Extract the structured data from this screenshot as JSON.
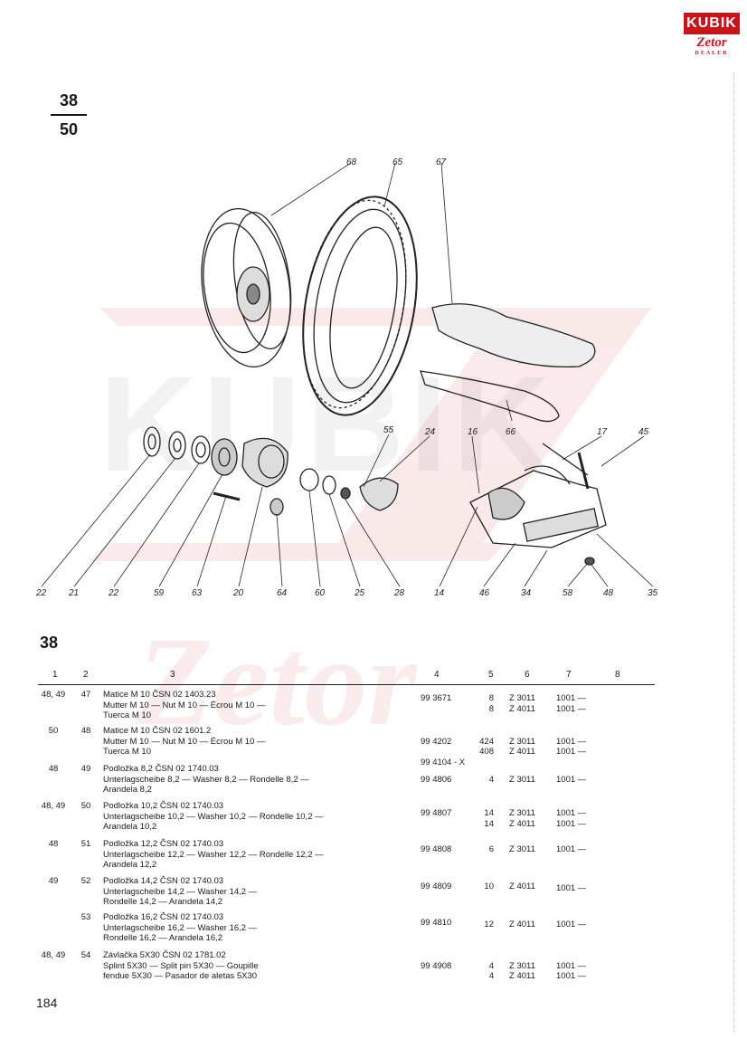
{
  "logo": {
    "top": "KUBIK",
    "bottom": "Zetor",
    "sub": "DEALER"
  },
  "page_fraction": {
    "numerator": "38",
    "denominator": "50"
  },
  "callouts": [
    "68",
    "65",
    "67",
    "66",
    "55",
    "24",
    "16",
    "17",
    "45",
    "22",
    "21",
    "22",
    "59",
    "63",
    "20",
    "64",
    "60",
    "25",
    "28",
    "14",
    "46",
    "34",
    "58",
    "48",
    "35"
  ],
  "section": "38",
  "column_headers": [
    "1",
    "2",
    "3",
    "4",
    "5",
    "6",
    "7",
    "8"
  ],
  "entries": [
    {
      "c1": "48, 49",
      "c2": "47",
      "desc": [
        "Matice  M  10  ČSN  02  1403.23",
        "Mutter  M  10  —  Nut  M  10  —  Écrou  M  10  —",
        "Tuerca  M  10"
      ],
      "parts": [
        "99 3671",
        ""
      ],
      "qty": [
        "8",
        "8"
      ],
      "model": [
        "Z 3011",
        "Z 4011"
      ],
      "code": [
        "1001 —",
        "1001 —"
      ]
    },
    {
      "c1": "50",
      "c2": "48",
      "desc": [
        "Matice  M  10  ČSN  02  1601.2",
        "Mutter  M  10  —  Nut  M  10  —  Écrou  M  10  —",
        "Tuerca  M  10"
      ],
      "parts": [
        "",
        "99 4202",
        "",
        "99 4104 - X"
      ],
      "qty": [
        "",
        "424",
        "408",
        ""
      ],
      "model": [
        "",
        "Z 3011",
        "Z 4011",
        ""
      ],
      "code": [
        "",
        "1001 —",
        "1001 —",
        ""
      ]
    },
    {
      "c1": "48",
      "c2": "49",
      "desc": [
        "Podložka  8,2  ČSN  02  1740.03",
        "Unterlagscheibe  8,2  —  Washer  8,2  —  Rondelle  8,2  —",
        "Arandela  8,2"
      ],
      "parts": [
        "",
        "99 4806"
      ],
      "qty": [
        "",
        "4"
      ],
      "model": [
        "",
        "Z 3011"
      ],
      "code": [
        "",
        "1001 —"
      ]
    },
    {
      "c1": "48, 49",
      "c2": "50",
      "desc": [
        "Podložka  10,2  ČSN  02  1740.03",
        "Unterlagscheibe  10,2  —  Washer  10,2  —  Rondelle  10,2  —",
        "Arandela  10,2"
      ],
      "parts": [
        "99 4807",
        ""
      ],
      "qty": [
        "14",
        "14"
      ],
      "model": [
        "Z 3011",
        "Z 4011"
      ],
      "code": [
        "1001 —",
        "1001 —"
      ]
    },
    {
      "c1": "48",
      "c2": "51",
      "desc": [
        "Podložka  12,2  ČSN  02  1740.03",
        "Unterlagscheibe  12,2  —  Washer  12,2  —  Rondelle  12,2  —",
        "Arandela  12,2"
      ],
      "parts": [
        "99 4808"
      ],
      "qty": [
        "6"
      ],
      "model": [
        "Z 3011"
      ],
      "code": [
        "1001 —"
      ]
    },
    {
      "c1": "49",
      "c2": "52",
      "desc": [
        "Podložka  14,2  ČSN  02  1740.03",
        "Unterlagscheibe  14,2  —  Washer  14,2  —",
        "Rondelle  14,2  —  Arandela  14,2"
      ],
      "parts": [
        "99 4809"
      ],
      "qty": [
        "10"
      ],
      "model": [
        "Z 4011"
      ],
      "code": [
        "1001 —"
      ]
    },
    {
      "c1": "",
      "c2": "53",
      "desc": [
        "Podložka  16,2  ČSN  02  1740.03",
        "Unterlagscheibe  16,2  —  Washer  16,2  —",
        "Rondelle  16,2  —  Arandela  16,2"
      ],
      "parts": [
        "99 4810"
      ],
      "qty": [
        "12"
      ],
      "model": [
        "Z 4011"
      ],
      "code": [
        "1001 —"
      ]
    },
    {
      "c1": "48, 49",
      "c2": "54",
      "desc": [
        "Závlačka  5X30  ČSN  02  1781.02",
        "Splint  5X30  —  Split  pin  5X30  —  Goupille",
        "fendue  5X30  —  Pasador  de  aletas  5X30"
      ],
      "parts": [
        "",
        "99 4908"
      ],
      "qty": [
        "",
        "4",
        "4"
      ],
      "model": [
        "",
        "Z 3011",
        "Z 4011"
      ],
      "code": [
        "",
        "1001 —",
        "1001 —"
      ]
    }
  ],
  "page_number": "184"
}
